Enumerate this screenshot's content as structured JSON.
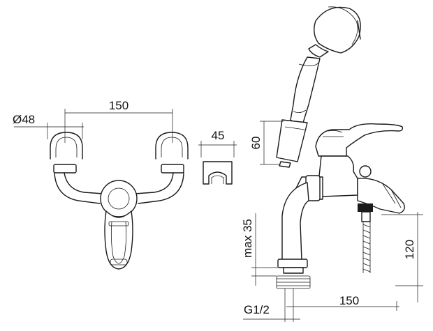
{
  "dimensions": {
    "diameter": "Ø48",
    "front_width": "150",
    "holder_width": "45",
    "shower_height": "60",
    "max_depth": "max 35",
    "height": "120",
    "thread": "G1/2",
    "side_width": "150"
  }
}
